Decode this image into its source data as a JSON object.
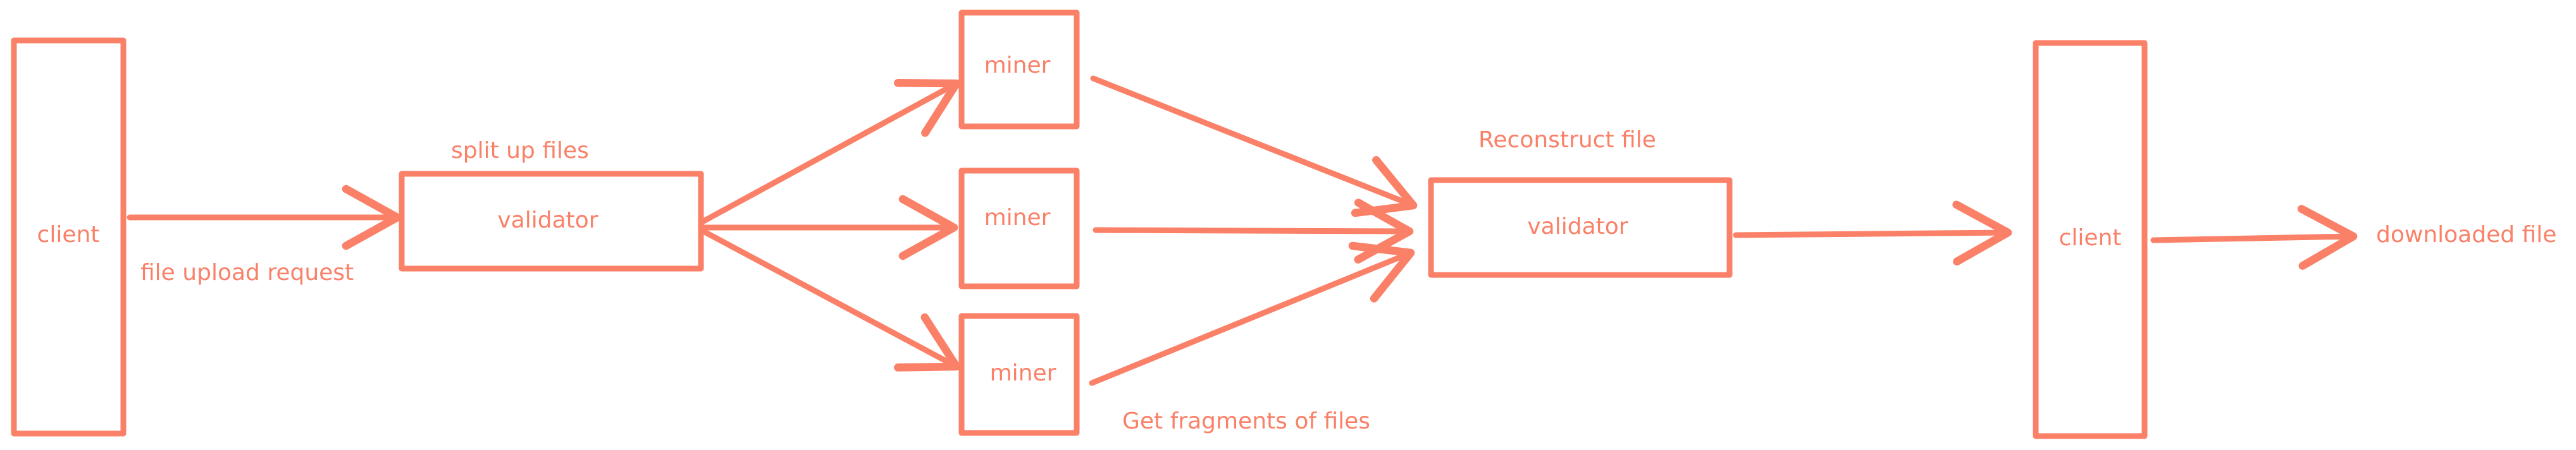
{
  "colors": {
    "accent": "#FA8068"
  },
  "nodes": {
    "client_left": "client",
    "validator_split": "validator",
    "miner_top": "miner",
    "miner_middle": "miner",
    "miner_bottom": "miner",
    "validator_reconstruct": "validator",
    "client_right": "client"
  },
  "annotations": {
    "file_upload_request": "file upload request",
    "split_up_files": "split up files",
    "reconstruct_file": "Reconstruct file",
    "get_fragments_of_files": "Get fragments of files",
    "downloaded_file": "downloaded file"
  }
}
